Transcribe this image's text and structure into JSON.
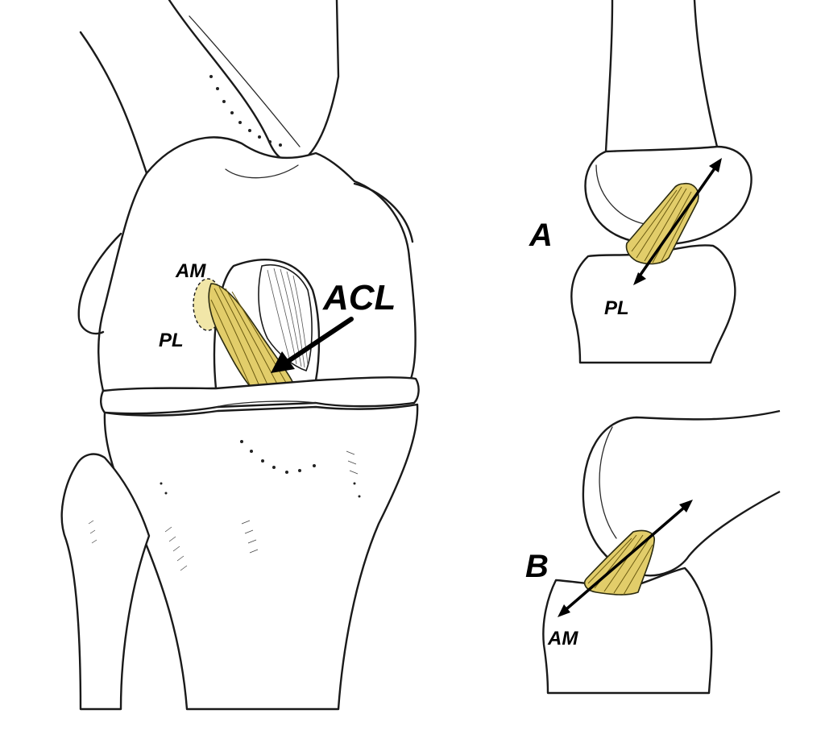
{
  "labels": {
    "acl": "ACL",
    "am_main": "AM",
    "pl_main": "PL",
    "panel_a": "A",
    "panel_a_pl": "PL",
    "panel_b": "B",
    "panel_b_am": "AM"
  },
  "colors": {
    "ligament": "#e2cd6a",
    "ligament_light": "#f1e6a8",
    "line": "#1a1a1a",
    "background": "#ffffff"
  }
}
